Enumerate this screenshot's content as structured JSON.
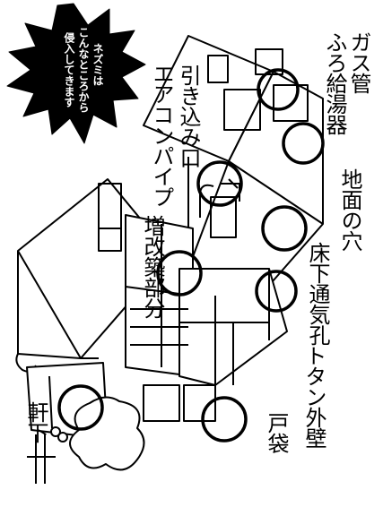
{
  "burst": {
    "line1": "ネズミは",
    "line2": "こんなところから",
    "line3": "侵入してきます"
  },
  "labels": {
    "gas_pipe": "ガス管",
    "water_heater": "ふろ給湯器",
    "ground_hole": "地面の穴",
    "aircon_line1": "エアコンパイプ",
    "aircon_line2": "引き込み口",
    "floor_vent": "床下通気孔",
    "extension": "増改築部分",
    "tin_wall": "トタン外壁",
    "eaves": "軒下",
    "shutter_box": "戸袋"
  }
}
